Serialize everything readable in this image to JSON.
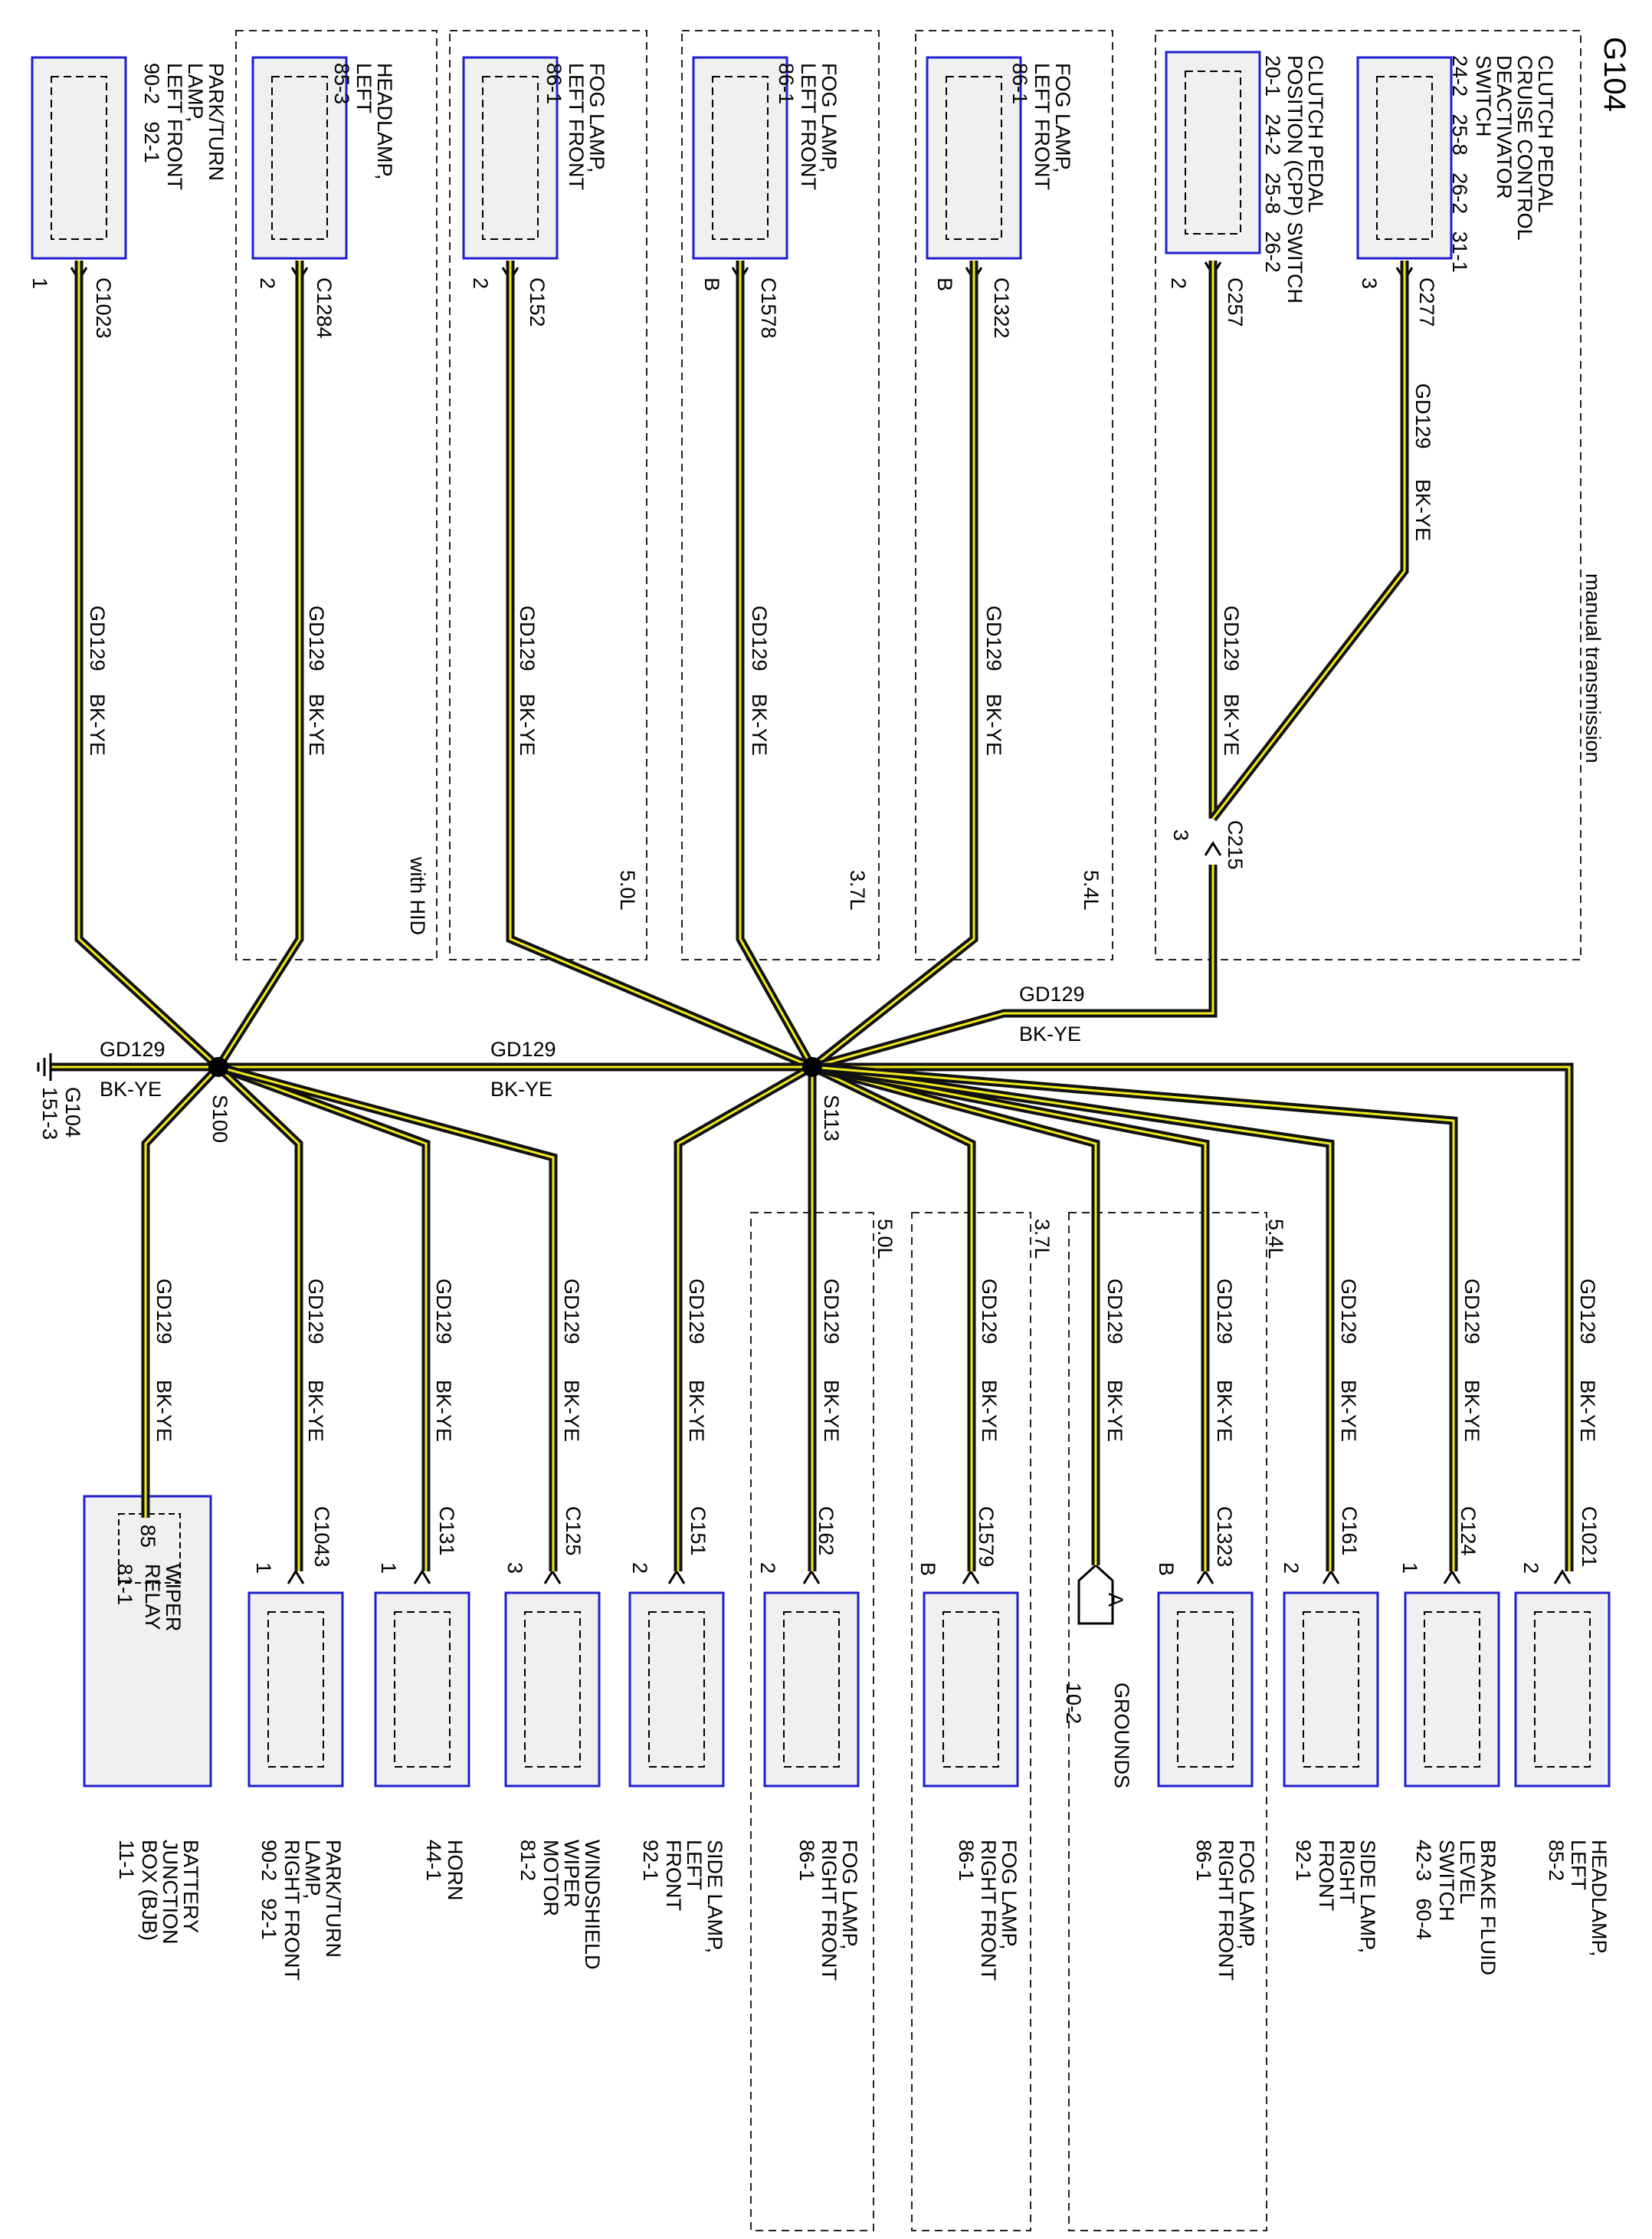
{
  "title": "G104",
  "region_notes": {
    "manual": "manual transmission",
    "with_hid": "with HID",
    "v50": "5.0L",
    "v37": "3.7L",
    "v54": "5.4L"
  },
  "top_components": [
    {
      "id": "park_lf",
      "name": "PARK/TURN\nLAMP,\nLEFT FRONT",
      "pages": "90-2   92-1",
      "connector": "C1023",
      "pin": "1"
    },
    {
      "id": "head_l",
      "name": "HEADLAMP,\nLEFT",
      "pages": "85-3",
      "connector": "C1284",
      "pin": "2"
    },
    {
      "id": "fog_50",
      "name": "FOG LAMP,\nLEFT FRONT",
      "pages": "86-1",
      "connector": "C152",
      "pin": "2"
    },
    {
      "id": "fog_37",
      "name": "FOG LAMP,\nLEFT FRONT",
      "pages": "86-1",
      "connector": "C1578",
      "pin": "B"
    },
    {
      "id": "fog_54",
      "name": "FOG LAMP,\nLEFT FRONT",
      "pages": "86-1",
      "connector": "C1322",
      "pin": "B"
    },
    {
      "id": "cpp",
      "name": "CLUTCH PEDAL\nPOSITION (CPP) SWITCH",
      "pages": "20-1   24-2   25-8   26-2",
      "connector": "C257",
      "pin": "2"
    },
    {
      "id": "clutch_deact",
      "name": "CLUTCH PEDAL\nCRUISE CONTROL\nDEACTIVATOR\nSWITCH",
      "pages": "24-2   25-8   26-2   31-1",
      "connector": "C277",
      "pin": "3"
    }
  ],
  "bottom_components": [
    {
      "id": "bjb",
      "name": "BATTERY\nJUNCTION\nBOX (BJB)",
      "pages": "11-1",
      "relay": "WIPER\nRELAY",
      "relay_page": "81-1",
      "pin": "85"
    },
    {
      "id": "park_rf",
      "name": "PARK/TURN\nLAMP,\nRIGHT FRONT",
      "pages": "90-2   92-1",
      "connector": "C1043",
      "pin": "1"
    },
    {
      "id": "horn",
      "name": "HORN",
      "pages": "44-1",
      "connector": "C131",
      "pin": "1"
    },
    {
      "id": "wiper",
      "name": "WINDSHIELD\nWIPER\nMOTOR",
      "pages": "81-2",
      "connector": "C125",
      "pin": "3"
    },
    {
      "id": "side_lf",
      "name": "SIDE LAMP,\nLEFT\nFRONT",
      "pages": "92-1",
      "connector": "C151",
      "pin": "2"
    },
    {
      "id": "fog_rf_50",
      "name": "FOG LAMP,\nRIGHT FRONT",
      "pages": "86-1",
      "connector": "C162",
      "pin": "2"
    },
    {
      "id": "fog_rf_37",
      "name": "FOG LAMP,\nRIGHT FRONT",
      "pages": "86-1",
      "connector": "C1579",
      "pin": "B"
    },
    {
      "id": "grounds",
      "name": "GROUNDS",
      "pages": "10-2",
      "letter": "A"
    },
    {
      "id": "fog_rf_54",
      "name": "FOG LAMP,\nRIGHT FRONT",
      "pages": "86-1",
      "connector": "C1323",
      "pin": "B"
    },
    {
      "id": "side_rf",
      "name": "SIDE LAMP,\nRIGHT\nFRONT",
      "pages": "92-1",
      "connector": "C161",
      "pin": "2"
    },
    {
      "id": "brake",
      "name": "BRAKE FLUID\nLEVEL\nSWITCH",
      "pages": "42-3   60-4",
      "connector": "C124",
      "pin": "1"
    },
    {
      "id": "head_lb",
      "name": "HEADLAMP,\nLEFT",
      "pages": "85-2",
      "connector": "C1021",
      "pin": "2"
    }
  ],
  "splices": {
    "s100": "S100",
    "s113": "S113",
    "c215": "C215",
    "c215_pin": "3"
  },
  "ground": {
    "name": "G104",
    "page": "151-3"
  },
  "wire": {
    "circuit": "GD129",
    "color": "BK-YE",
    "stripe_hex": "#f2ea1a",
    "base_hex": "#111111",
    "box_border_hex": "#1f1fd0",
    "box_fill_hex": "#f0f0f0"
  }
}
